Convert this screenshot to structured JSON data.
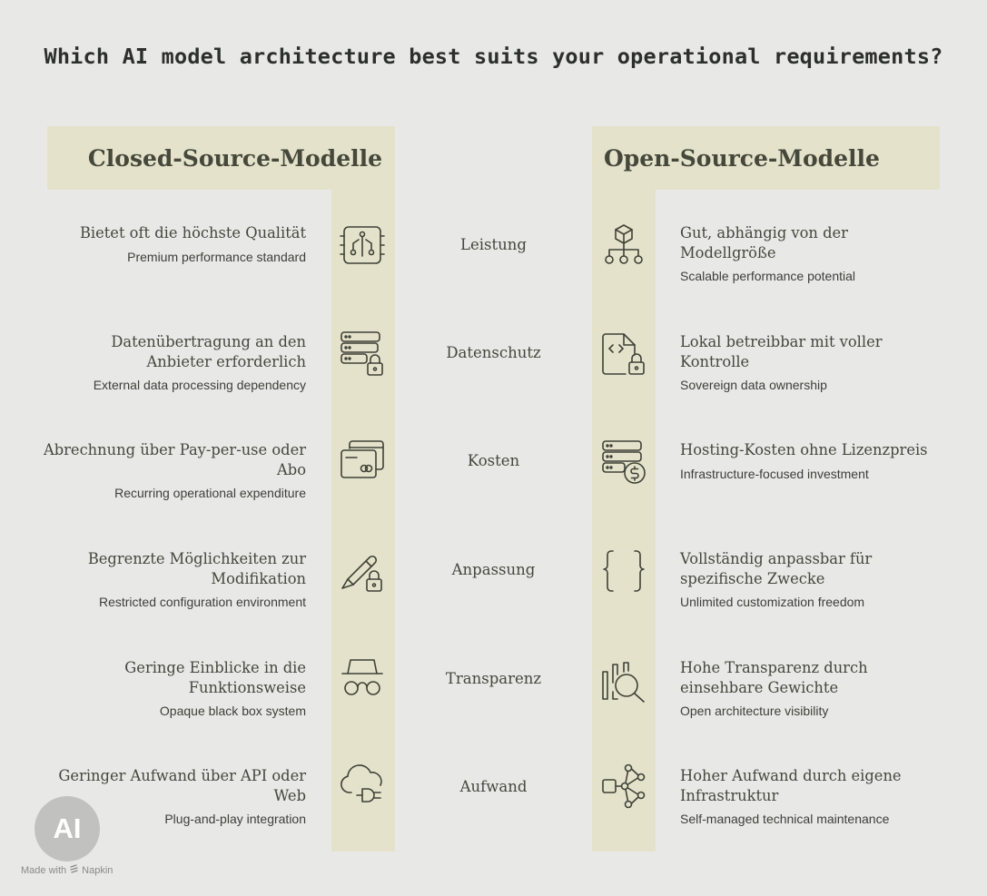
{
  "title": "Which AI model architecture best suits your operational requirements?",
  "left_header": "Closed-Source-Modelle",
  "right_header": "Open-Source-Modelle",
  "rows": [
    {
      "criterion": "Leistung",
      "left": {
        "text": "Bietet oft die höchste Qualität",
        "sub": "Premium performance standard",
        "icon": "chip-icon"
      },
      "right": {
        "text": "Gut, abhängig von der Modellgröße",
        "sub": "Scalable performance potential",
        "icon": "cube-hierarchy-icon"
      }
    },
    {
      "criterion": "Datenschutz",
      "left": {
        "text": "Datenübertragung an den Anbieter erforderlich",
        "sub": "External data processing dependency",
        "icon": "server-lock-icon"
      },
      "right": {
        "text": "Lokal betreibbar mit voller Kontrolle",
        "sub": "Sovereign data ownership",
        "icon": "code-file-lock-icon"
      }
    },
    {
      "criterion": "Kosten",
      "left": {
        "text": "Abrechnung über Pay-per-use oder Abo",
        "sub": "Recurring operational expenditure",
        "icon": "credit-card-icon"
      },
      "right": {
        "text": "Hosting-Kosten ohne Lizenzpreis",
        "sub": "Infrastructure-focused investment",
        "icon": "server-dollar-icon"
      }
    },
    {
      "criterion": "Anpassung",
      "left": {
        "text": "Begrenzte Möglichkeiten zur Modifikation",
        "sub": "Restricted configuration environment",
        "icon": "pencil-lock-icon"
      },
      "right": {
        "text": "Vollständig anpassbar für spezifische Zwecke",
        "sub": "Unlimited customization freedom",
        "icon": "curly-braces-icon"
      }
    },
    {
      "criterion": "Transparenz",
      "left": {
        "text": "Geringe Einblicke in die Funktionsweise",
        "sub": "Opaque black box system",
        "icon": "incognito-icon"
      },
      "right": {
        "text": "Hohe Transparenz durch einsehbare Gewichte",
        "sub": "Open architecture visibility",
        "icon": "chart-magnifier-icon"
      }
    },
    {
      "criterion": "Aufwand",
      "left": {
        "text": "Geringer Aufwand über API oder Web",
        "sub": "Plug-and-play integration",
        "icon": "cloud-plug-icon"
      },
      "right": {
        "text": "Hoher Aufwand durch eigene Infrastruktur",
        "sub": "Self-managed technical maintenance",
        "icon": "network-nodes-icon"
      }
    }
  ],
  "badge": "AI",
  "made_with": "Made with",
  "brand": "Napkin",
  "colors": {
    "background": "#e8e8e6",
    "accent": "#e5e2cb",
    "text": "#45473d"
  }
}
